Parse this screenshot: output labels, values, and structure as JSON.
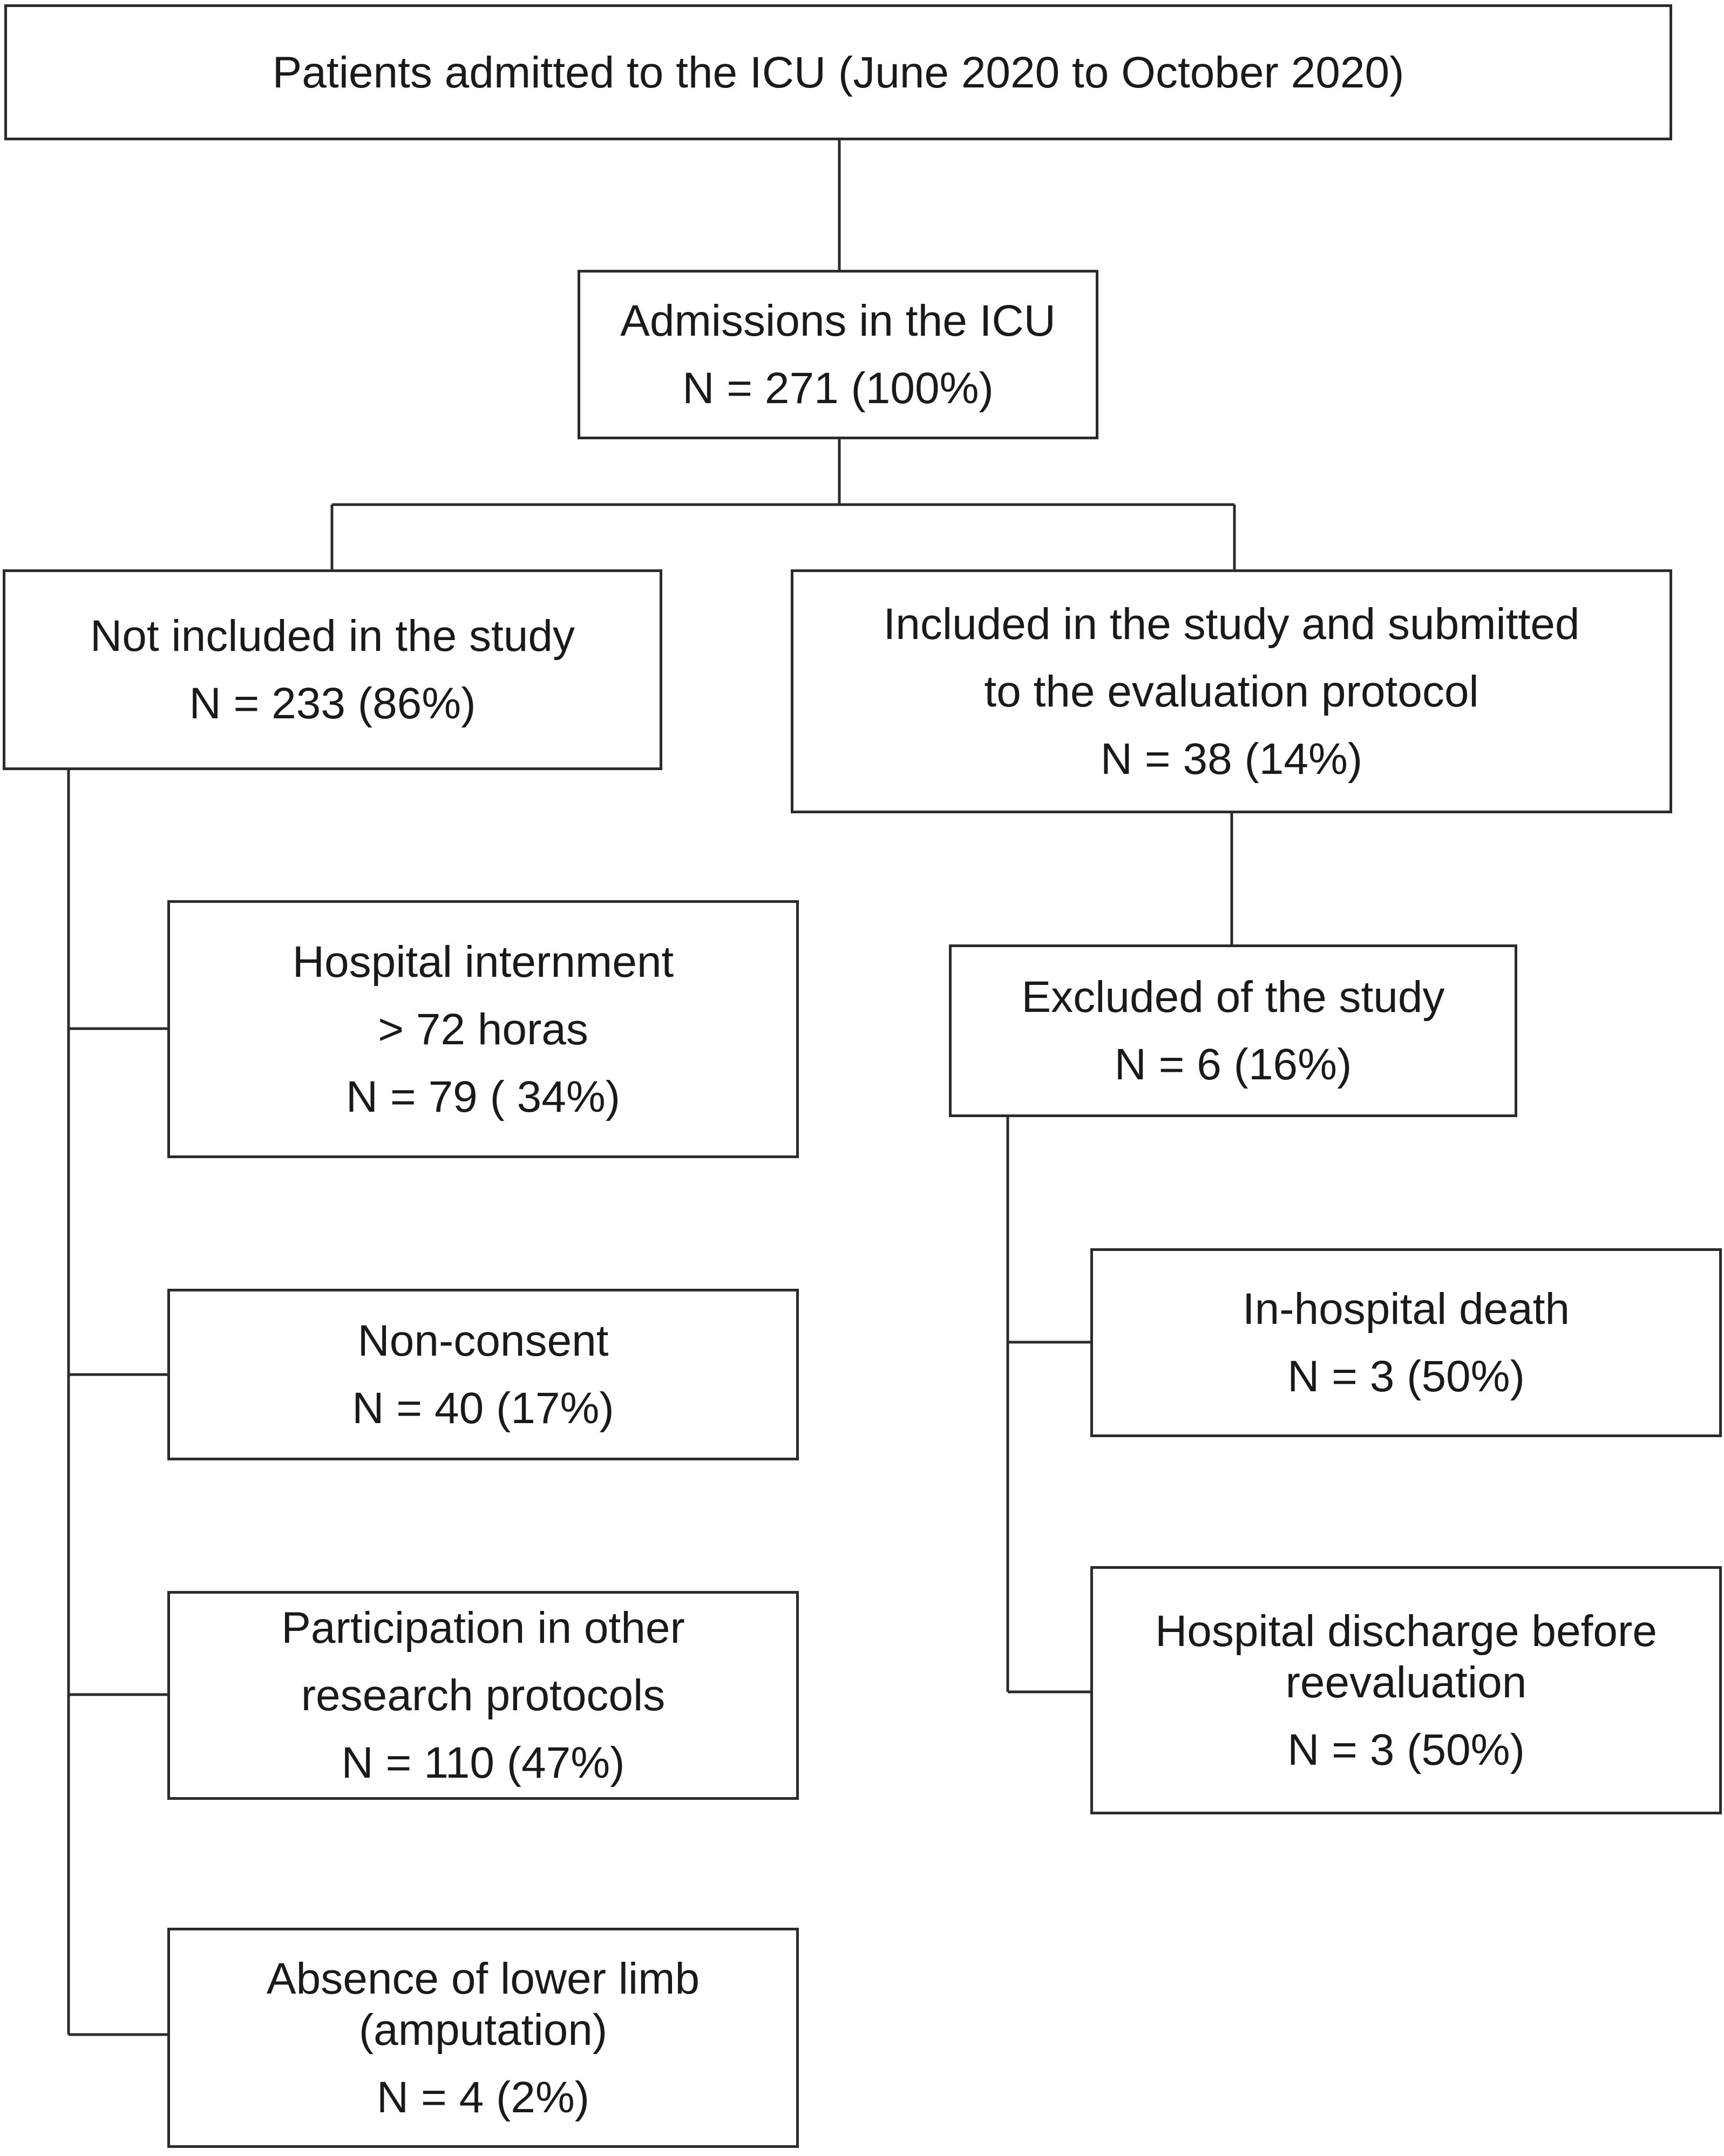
{
  "flowchart": {
    "top": {
      "line1": "Patients admitted to the ICU (June 2020 to October 2020)"
    },
    "admissions": {
      "line1": "Admissions in the ICU",
      "line2": "N = 271 (100%)"
    },
    "not_included": {
      "line1": "Not included in the study",
      "line2": "N = 233 (86%)"
    },
    "included": {
      "line1": "Included  in the study and submitted",
      "line2": "to the evaluation  protocol",
      "line3": "N = 38 (14%)"
    },
    "hospital_internment": {
      "line1": "Hospital internment",
      "line2": "> 72 horas",
      "line3": "N = 79 ( 34%)"
    },
    "non_consent": {
      "line1": "Non-consent",
      "line2": "N = 40 (17%)"
    },
    "other_protocols": {
      "line1": "Participation in other",
      "line2": "research protocols",
      "line3": "N = 110 (47%)"
    },
    "amputation": {
      "line1": "Absence of lower limb",
      "line2": "(amputation)",
      "line3": "N = 4 (2%)"
    },
    "excluded": {
      "line1": "Excluded  of the study",
      "line2": "N = 6 (16%)"
    },
    "death": {
      "line1": "In-hospital  death",
      "line2": "N = 3 (50%)"
    },
    "discharge": {
      "line1": "Hospital discharge before",
      "line2": "reevaluation",
      "line3": "N = 3 (50%)"
    }
  }
}
